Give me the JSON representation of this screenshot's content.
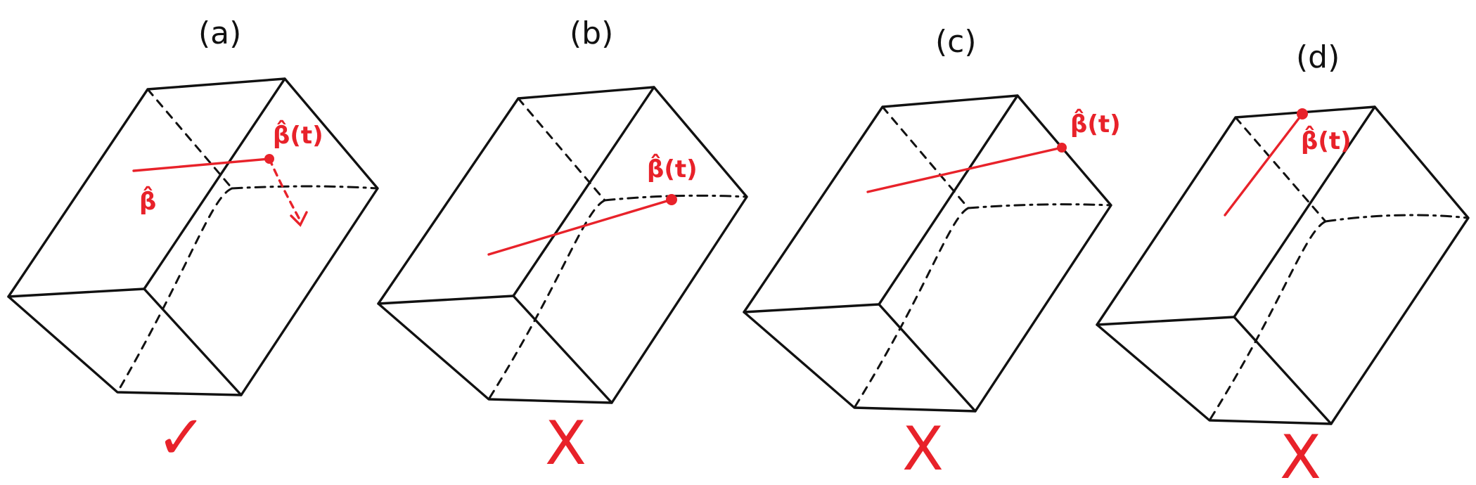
{
  "panels": [
    {
      "id": "a",
      "label": "(a)",
      "beta_t_label": "β̂(t)",
      "beta_hat_label": "β̂",
      "verdict": "✓"
    },
    {
      "id": "b",
      "label": "(b)",
      "beta_t_label": "β̂(t)",
      "verdict": "X"
    },
    {
      "id": "c",
      "label": "(c)",
      "beta_t_label": "β̂(t)",
      "verdict": "X"
    },
    {
      "id": "d",
      "label": "(d)",
      "beta_t_label": "β̂(t)",
      "verdict": "X"
    }
  ],
  "colors": {
    "ink": "#111111",
    "accent": "#e8222a"
  }
}
